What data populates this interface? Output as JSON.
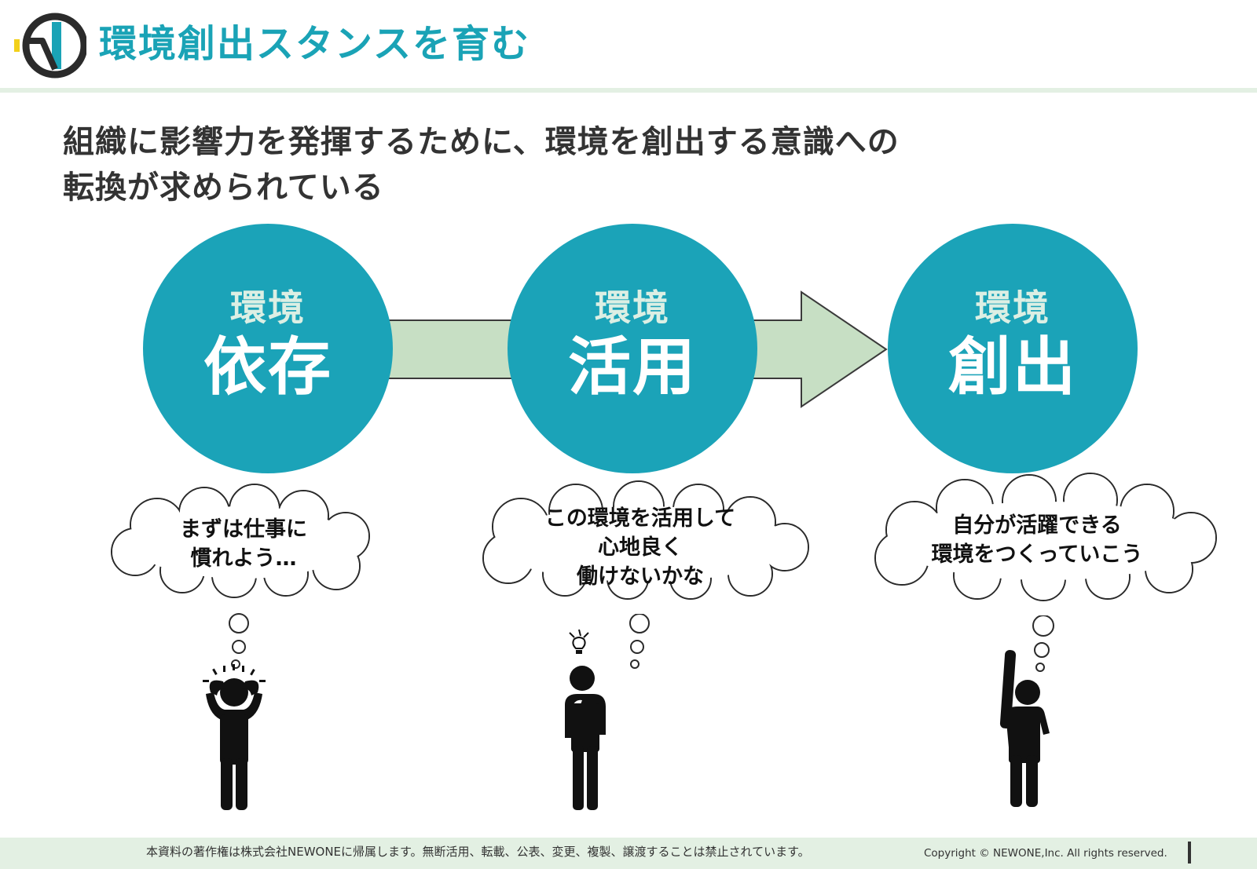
{
  "header": {
    "title": "環境創出スタンスを育む"
  },
  "subtitle": {
    "line1": "組織に影響力を発揮するために、環境を創出する意識への",
    "line2": "転換が求められている"
  },
  "stages": [
    {
      "sub": "環境",
      "main": "依存",
      "thought": [
        "まずは仕事に",
        "慣れよう…"
      ],
      "figure_icon": "stressed-person-icon"
    },
    {
      "sub": "環境",
      "main": "活用",
      "thought": [
        "この環境を活用して",
        "心地良く",
        "働けないかな"
      ],
      "figure_icon": "thinking-person-icon"
    },
    {
      "sub": "環境",
      "main": "創出",
      "thought": [
        "自分が活躍できる",
        "環境をつくっていこう"
      ],
      "figure_icon": "raising-hand-person-icon"
    }
  ],
  "footer": {
    "notice": "本資料の著作権は株式会社NEWONEに帰属します。無断活用、転載、公表、変更、複製、譲渡することは禁止されています。",
    "copyright": "Copyright © NEWONE,Inc. All rights reserved."
  },
  "colors": {
    "accent": "#1ba3b8",
    "arrow_fill": "#c7dfc4",
    "header_band": "#e3f0e3"
  }
}
